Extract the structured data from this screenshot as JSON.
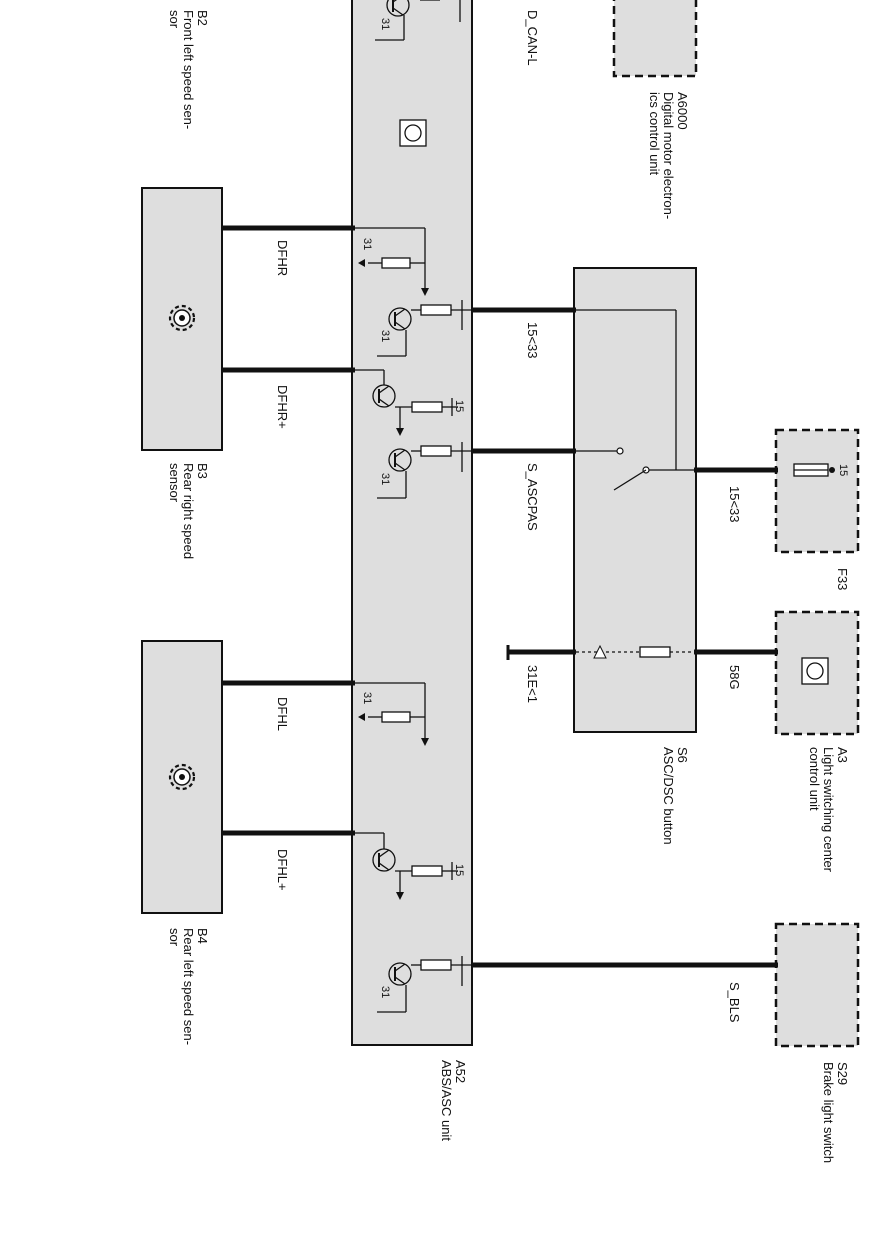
{
  "components": {
    "b2": {
      "id": "B2",
      "name_lines": [
        "Front left speed sen-",
        "sor"
      ]
    },
    "b3": {
      "id": "B3",
      "name_lines": [
        "Rear right speed",
        "sensor"
      ]
    },
    "b4": {
      "id": "B4",
      "name_lines": [
        "Rear left speed sen-",
        "sor"
      ]
    },
    "a52": {
      "id": "A52",
      "name_lines": [
        "ABS/ASC unit"
      ]
    },
    "a6000": {
      "id": "A6000",
      "name_lines": [
        "Digital motor electron-",
        "ics control unit"
      ]
    },
    "s6": {
      "id": "S6",
      "name_lines": [
        "ASC/DSC button"
      ]
    },
    "f33": {
      "id": "F33",
      "name_lines": []
    },
    "a3": {
      "id": "A3",
      "name_lines": [
        "Light switching center",
        "control unit"
      ]
    },
    "s29": {
      "id": "S29",
      "name_lines": [
        "Brake light switch"
      ]
    }
  },
  "signals": {
    "d_can_l": "D_CAN-L",
    "dfhr": "DFHR",
    "dfhr_plus": "DFHR+",
    "dfhl": "DFHL",
    "dfhl_plus": "DFHL+",
    "s_ascpas": "S_ASCPAS",
    "s_bls": "S_BLS",
    "term_15_33_a": "15<33",
    "term_15_33_b": "15<33",
    "term_58g": "58G",
    "term_31e": "31E<1"
  },
  "pins": {
    "gnd": "31",
    "sup": "15"
  }
}
